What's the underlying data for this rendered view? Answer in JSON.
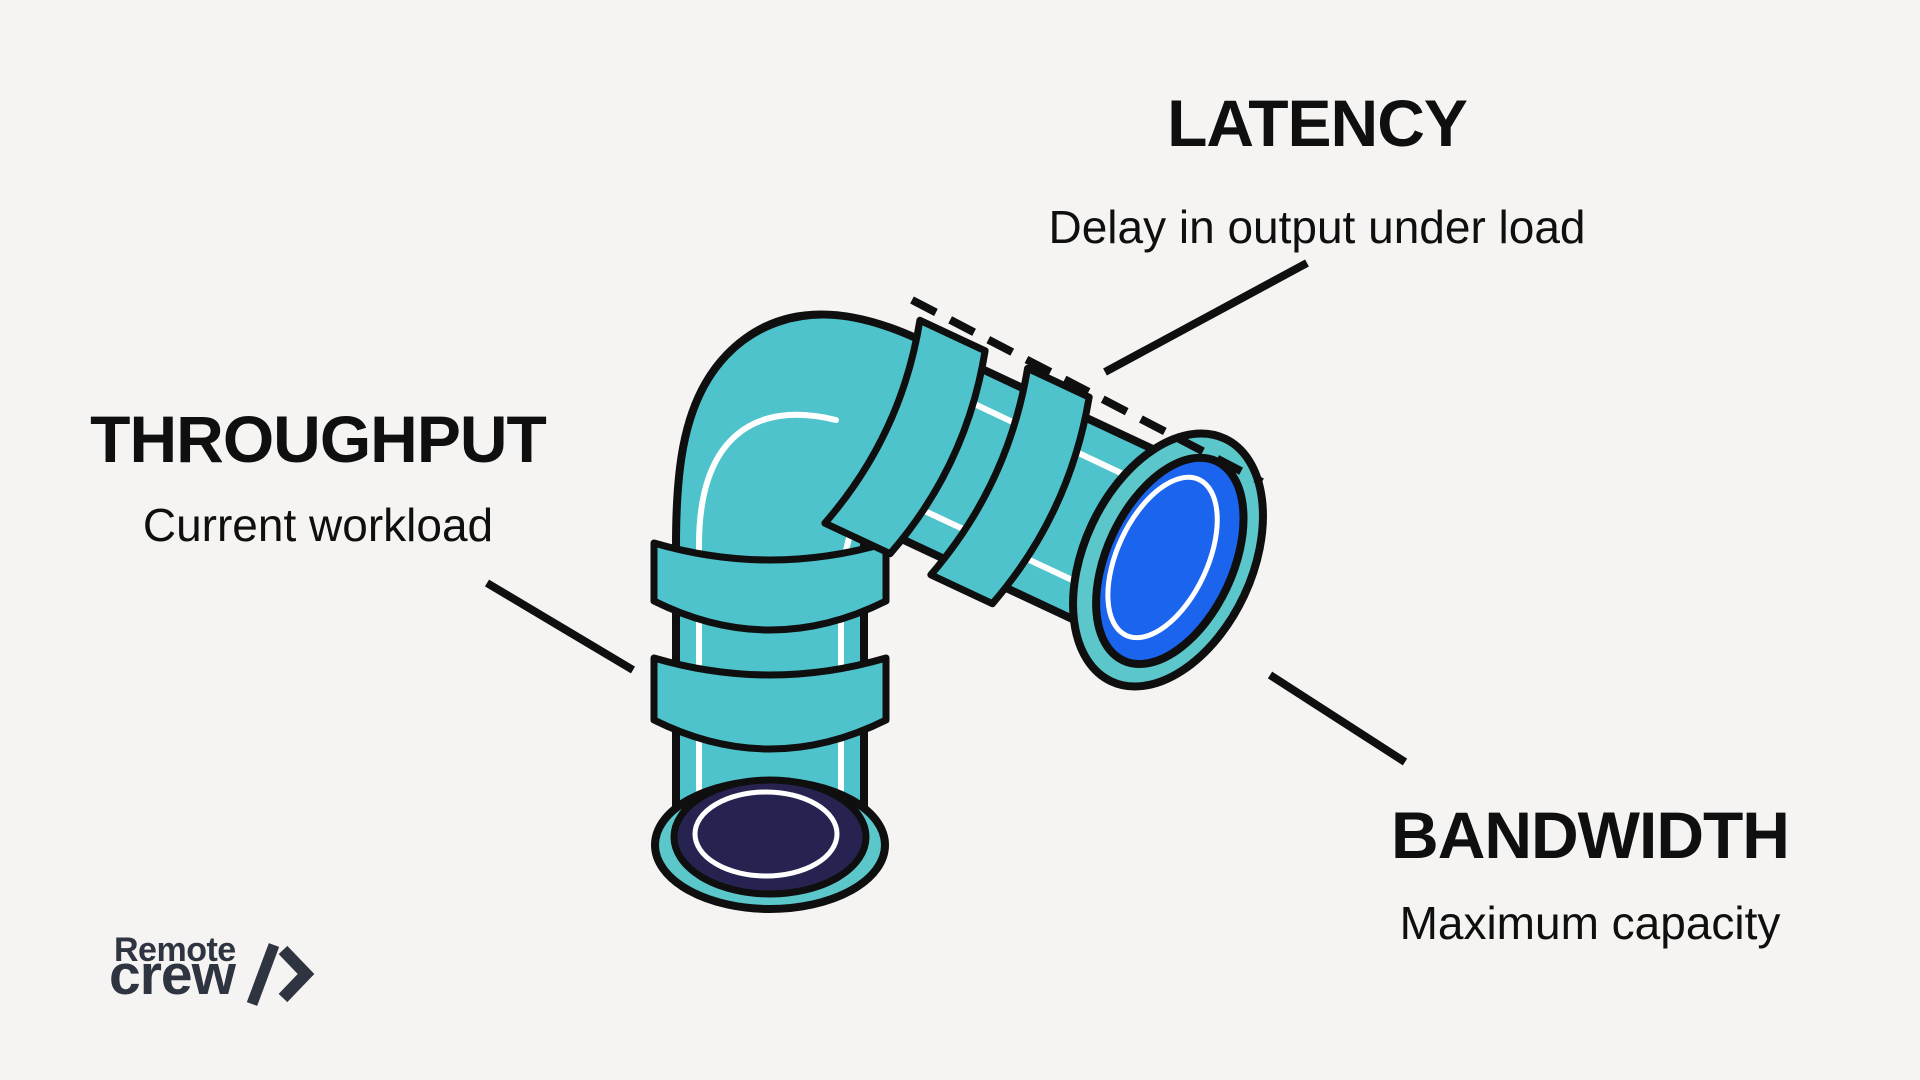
{
  "colors": {
    "background": "#f5f4f2",
    "ink": "#0f0f0f",
    "pipe_teal": "#4fc3cb",
    "pipe_rim_teal": "#5bc7cb",
    "opening_blue": "#1b64ed",
    "opening_navy": "#272351",
    "highlight_white": "#ffffff",
    "logo_ink": "#2e3440"
  },
  "labels": {
    "latency": {
      "title": "LATENCY",
      "subtitle": "Delay in output under load"
    },
    "throughput": {
      "title": "THROUGHPUT",
      "subtitle": "Current workload"
    },
    "bandwidth": {
      "title": "BANDWIDTH",
      "subtitle": "Maximum capacity"
    }
  },
  "logo": {
    "line1": "Remote",
    "line2": "crew",
    "symbol": "/>"
  }
}
